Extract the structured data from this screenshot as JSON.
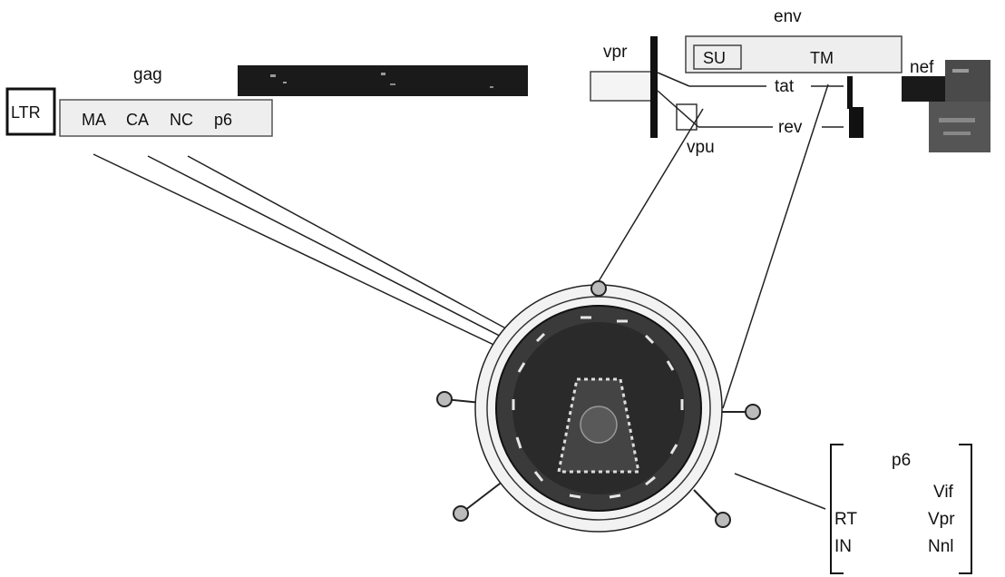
{
  "genome": {
    "gag_label": "gag",
    "ltr_label": "LTR",
    "gag_segments": [
      "MA",
      "CA",
      "NC",
      "p6"
    ],
    "env_label": "env",
    "env_segments": [
      "SU",
      "TM"
    ],
    "vpr_label": "vpr",
    "vpu_label": "vpu",
    "tat_label": "tat",
    "rev_label": "rev",
    "nef_label": "nef"
  },
  "legend": {
    "top": "p6",
    "right_items": [
      "Vif",
      "Vpr",
      "Nnl"
    ],
    "left_items": [
      "RT",
      "IN"
    ]
  },
  "colors": {
    "ink": "#111111",
    "light_fill": "#eeeeee",
    "dark_fill": "#1a1a1a",
    "envelope_ring": "#f2f2f2",
    "core_fill": "#3a3a3a",
    "spike_knob": "#bbbbbb"
  }
}
